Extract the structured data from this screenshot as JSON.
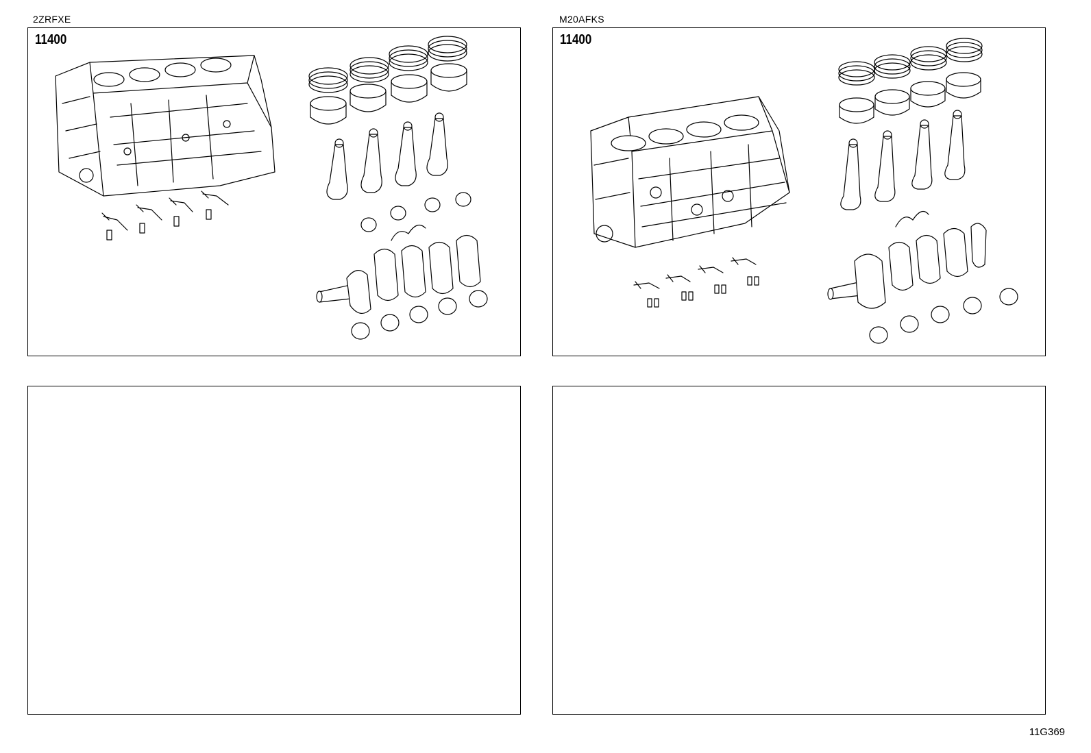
{
  "panels": [
    {
      "engine": "2ZRFXE",
      "part_code": "11400"
    },
    {
      "engine": "M20AFKS",
      "part_code": "11400"
    },
    {
      "engine": "",
      "part_code": ""
    },
    {
      "engine": "",
      "part_code": ""
    }
  ],
  "illustration_code": "11G369",
  "icons": [
    "cylinder-block-icon",
    "piston-ring-icon",
    "piston-icon",
    "connecting-rod-icon",
    "bearing-icon",
    "thrust-washer-icon",
    "crankshaft-icon",
    "oil-jet-icon",
    "bolt-icon"
  ]
}
